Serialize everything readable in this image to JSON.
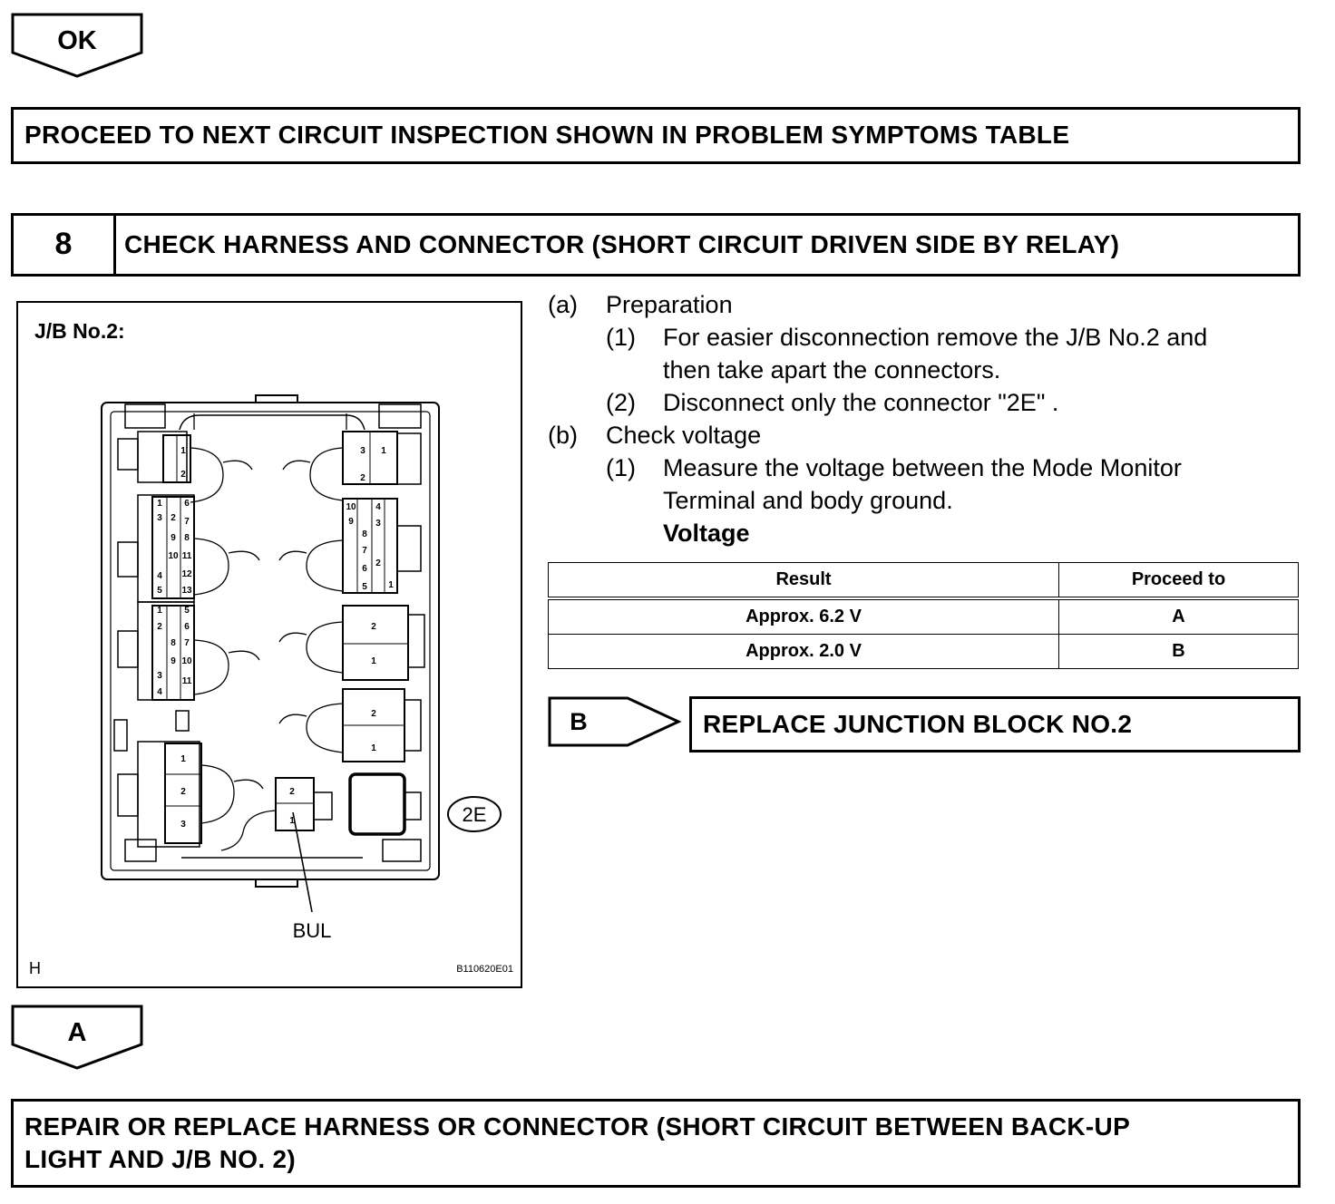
{
  "ok_tag": "OK",
  "proceed_box": "PROCEED TO NEXT CIRCUIT INSPECTION SHOWN IN PROBLEM SYMPTOMS TABLE",
  "step": {
    "number": "8",
    "title": "CHECK HARNESS AND CONNECTOR (SHORT CIRCUIT DRIVEN SIDE BY RELAY)"
  },
  "figure": {
    "title": "J/B No.2:",
    "connector_tag": "2E",
    "pointer_label": "BUL",
    "corner_letter": "H",
    "figure_code": "B110620E01",
    "pin_labels": {
      "l1": [
        "1",
        "2"
      ],
      "l2": [
        "1",
        "2",
        "3",
        "4",
        "5",
        "6",
        "7",
        "8",
        "9",
        "10",
        "11",
        "12",
        "13"
      ],
      "l3": [
        "1",
        "2",
        "3",
        "4",
        "5",
        "6",
        "7",
        "8",
        "9",
        "10",
        "11"
      ],
      "l4": [
        "1",
        "2",
        "3"
      ],
      "r1": [
        "1",
        "2",
        "3"
      ],
      "r2": [
        "1",
        "2",
        "3",
        "4",
        "5",
        "6",
        "7",
        "8",
        "9",
        "10"
      ],
      "r3": [
        "1",
        "2"
      ],
      "r4": [
        "1",
        "2"
      ],
      "bul": [
        "1",
        "2"
      ]
    }
  },
  "instructions": {
    "a_label": "(a)",
    "a_text": "Preparation",
    "a1_label": "(1)",
    "a1_line1": "For easier disconnection remove the J/B No.2 and",
    "a1_line2": "then take apart the connectors.",
    "a2_label": "(2)",
    "a2_text": "Disconnect only the connector \"2E\" .",
    "b_label": "(b)",
    "b_text": "Check voltage",
    "b1_label": "(1)",
    "b1_line1": "Measure the voltage between the Mode Monitor",
    "b1_line2": "Terminal and body ground.",
    "b1_heading": "Voltage"
  },
  "result_table": {
    "headers": [
      "Result",
      "Proceed to"
    ],
    "rows": [
      [
        "Approx. 6.2 V",
        "A"
      ],
      [
        "Approx. 2.0 V",
        "B"
      ]
    ]
  },
  "b_tag": "B",
  "replace_box": "REPLACE JUNCTION BLOCK NO.2",
  "a_tag": "A",
  "repair_box": {
    "line1": "REPAIR OR REPLACE HARNESS OR CONNECTOR (SHORT CIRCUIT BETWEEN BACK-UP",
    "line2": "LIGHT AND J/B NO. 2)"
  }
}
